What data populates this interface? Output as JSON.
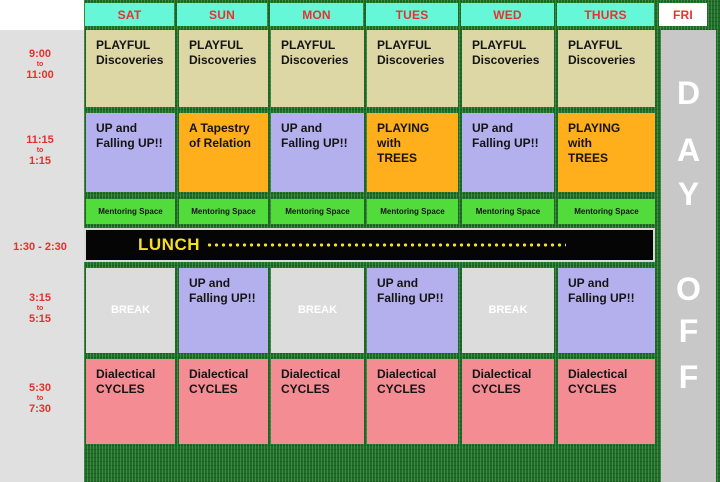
{
  "days": [
    "SAT",
    "SUN",
    "MON",
    "TUES",
    "WED",
    "THURS",
    "FRI"
  ],
  "times": [
    {
      "start": "9:00",
      "to": "to",
      "end": "11:00"
    },
    {
      "start": "11:15",
      "to": "to",
      "end": "1:15"
    },
    {
      "single": "1:30 - 2:30"
    },
    {
      "start": "3:15",
      "to": "to",
      "end": "5:15"
    },
    {
      "start": "5:30",
      "to": "to",
      "end": "7:30"
    }
  ],
  "rows": {
    "morning": [
      "PLAYFUL\nDiscoveries",
      "PLAYFUL\nDiscoveries",
      "PLAYFUL\nDiscoveries",
      "PLAYFUL\nDiscoveries",
      "PLAYFUL\nDiscoveries",
      "PLAYFUL\nDiscoveries"
    ],
    "midday": [
      "UP and\nFalling UP!!",
      "A Tapestry\nof Relation",
      "UP and\nFalling UP!!",
      "PLAYING\nwith\nTREES",
      "UP and\nFalling UP!!",
      "PLAYING\nwith\nTREES"
    ],
    "mentoring": [
      "Mentoring Space",
      "Mentoring Space",
      "Mentoring Space",
      "Mentoring Space",
      "Mentoring Space",
      "Mentoring Space"
    ],
    "afternoon": [
      "BREAK",
      "UP and\nFalling UP!!",
      "BREAK",
      "UP and\nFalling UP!!",
      "BREAK",
      "UP and\nFalling UP!!"
    ],
    "evening": [
      "Dialectical\nCYCLES",
      "Dialectical\nCYCLES",
      "Dialectical\nCYCLES",
      "Dialectical\nCYCLES",
      "Dialectical\nCYCLES",
      "Dialectical\nCYCLES"
    ]
  },
  "lunch_label": "LUNCH",
  "day_off_letters": [
    "D",
    "A",
    "Y",
    "O",
    "F",
    "F"
  ],
  "colors": {
    "header": "#66f6d8",
    "header_text": "#e8322d",
    "playful": "#dcd7a4",
    "up_falling": "#b4b0ee",
    "orange": "#ffae1c",
    "mentoring": "#52dc3c",
    "break": "#dcdcdc",
    "dialectical": "#f48c94",
    "lunch_text": "#f4df25",
    "grid": "#1f6b2a"
  }
}
